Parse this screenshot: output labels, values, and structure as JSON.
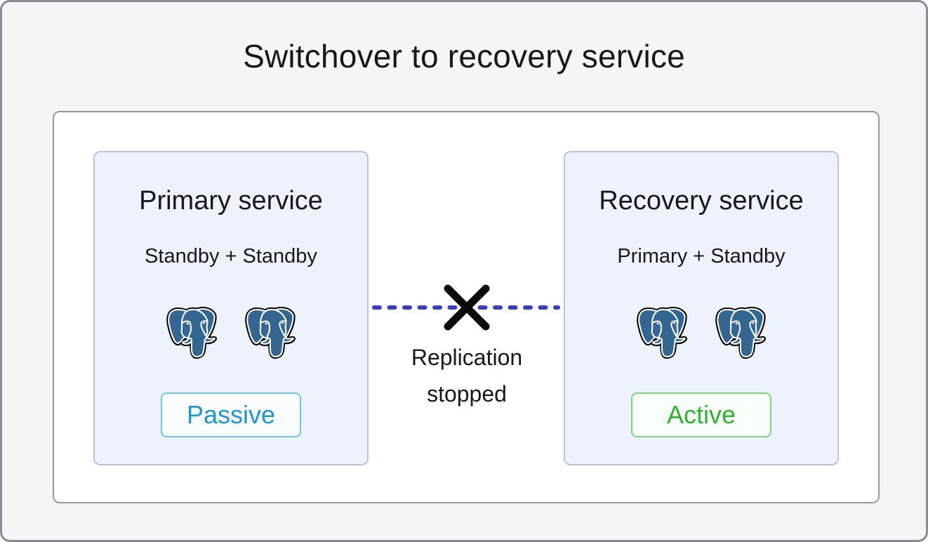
{
  "diagram": {
    "title": "Switchover to recovery service"
  },
  "cards": [
    {
      "id": "primary-service",
      "title": "Primary service",
      "subtitle": "Standby + Standby",
      "icons": [
        "postgresql-elephant-icon",
        "postgresql-elephant-icon"
      ],
      "badge": {
        "label": "Passive",
        "status": "passive"
      }
    },
    {
      "id": "recovery-service",
      "title": "Recovery service",
      "subtitle": "Primary + Standby",
      "icons": [
        "postgresql-elephant-icon",
        "postgresql-elephant-icon"
      ],
      "badge": {
        "label": "Active",
        "status": "active"
      }
    }
  ],
  "connection": {
    "type": "replication-link",
    "line_style": "dashed",
    "state_icon": "x-mark-icon",
    "label_lines": [
      "Replication",
      "stopped"
    ]
  },
  "colors": {
    "frame_bg": "#f5f5f7",
    "frame_border": "#8b8b93",
    "panel_bg": "#ffffff",
    "panel_border": "#97979f",
    "card_bg": "#eef2fd",
    "card_border": "#b6c2ea",
    "text": "#17181c",
    "dash_line": "#3a3ec2",
    "x_mark": "#0a0a0a",
    "passive_text": "#1e96d2",
    "passive_border": "#6cc7ef",
    "passive_bg": "#f9fdff",
    "active_text": "#2db52d",
    "active_border": "#79d979",
    "active_bg": "#f9fffa",
    "postgres_blue": "#336791"
  }
}
